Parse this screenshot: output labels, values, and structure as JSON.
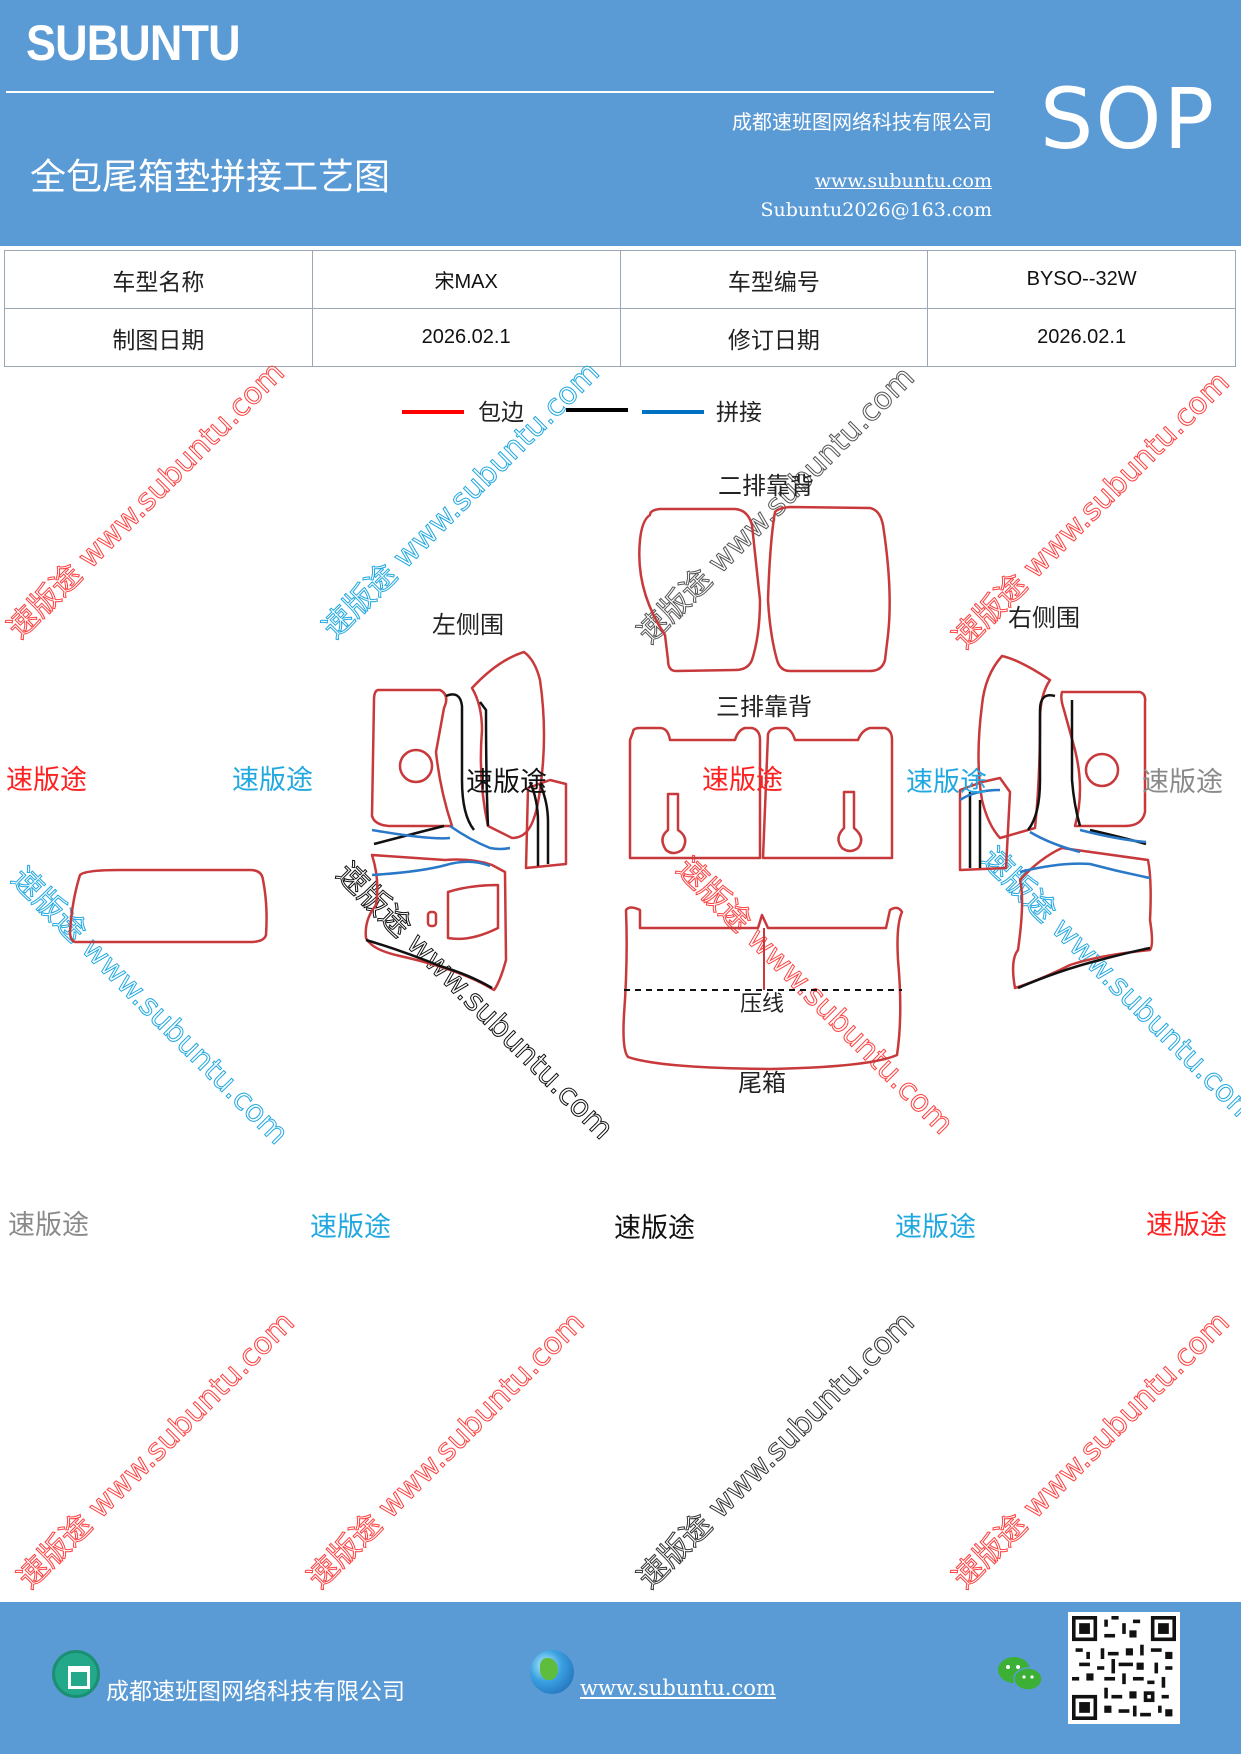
{
  "header": {
    "brand": "SUBUNTU",
    "company": "成都速班图网络科技有限公司",
    "title": "全包尾箱垫拼接工艺图",
    "website": "www.subuntu.com",
    "email": "Subuntu2026@163.com",
    "badge": "SOP"
  },
  "info_table": {
    "rows": [
      [
        "车型名称",
        "宋MAX",
        "车型编号",
        "BYSO--32W"
      ],
      [
        "制图日期",
        "2026.02.1",
        "修订日期",
        "2026.02.1"
      ]
    ]
  },
  "legend": {
    "items": [
      {
        "label": "包边",
        "color": "#ff0000"
      },
      {
        "label": "",
        "color": "#000000"
      },
      {
        "label": "拼接",
        "color": "#0070c0"
      }
    ]
  },
  "parts": {
    "second_row_back": "二排靠背",
    "left_side": "左侧围",
    "right_side": "右侧围",
    "third_row_back": "三排靠背",
    "crease": "压线",
    "trunk": "尾箱"
  },
  "watermark": {
    "text": "速版途",
    "diagonal": "速版途 www.subuntu.com"
  },
  "footer": {
    "company": "成都速班图网络科技有限公司",
    "website": "www.subuntu.com"
  },
  "colors": {
    "header_bg": "#5b9bd5",
    "outline_red": "#c8393b",
    "seam_blue": "#2a78c8",
    "inner_black": "#111111"
  }
}
